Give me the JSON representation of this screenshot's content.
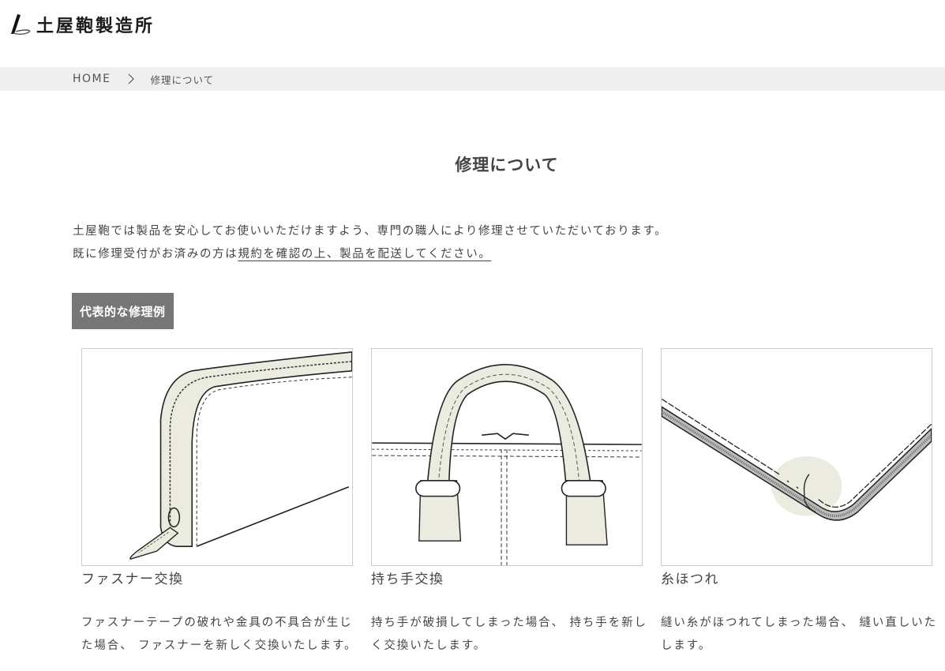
{
  "header": {
    "logo_text": "土屋鞄製造所",
    "logo_icon": "pen-stroke-logo-icon"
  },
  "breadcrumb": {
    "items": [
      {
        "label": "HOME"
      },
      {
        "label": "修理について"
      }
    ],
    "separator_icon": "chevron-right-icon"
  },
  "main": {
    "title": "修理について",
    "intro_line1": "土屋鞄では製品を安心してお使いいただけますよう、専門の職人により修理させていただいております。",
    "intro_line2_prefix": "既に修理受付がお済みの方は",
    "intro_line2_link": "規約を確認の上、製品を配送してください。",
    "section_label": "代表的な修理例",
    "cards": [
      {
        "title": "ファスナー交換",
        "description": "ファスナーテープの破れや金具の不具合が生じた場合、 ファスナーを新しく交換いたします。",
        "illustration": "zipper-wallet-illustration"
      },
      {
        "title": "持ち手交換",
        "description": "持ち手が破損してしまった場合、 持ち手を新しく交換いたします。",
        "illustration": "bag-handle-illustration"
      },
      {
        "title": "糸ほつれ",
        "description": "縫い糸がほつれてしまった場合、 縫い直しいたします。",
        "illustration": "loose-thread-illustration"
      }
    ]
  },
  "colors": {
    "breadcrumb_bg": "#efefef",
    "section_label_bg": "#767676",
    "text": "#444444",
    "illustration_fill": "#ecebdf",
    "card_border": "#cccccc"
  }
}
